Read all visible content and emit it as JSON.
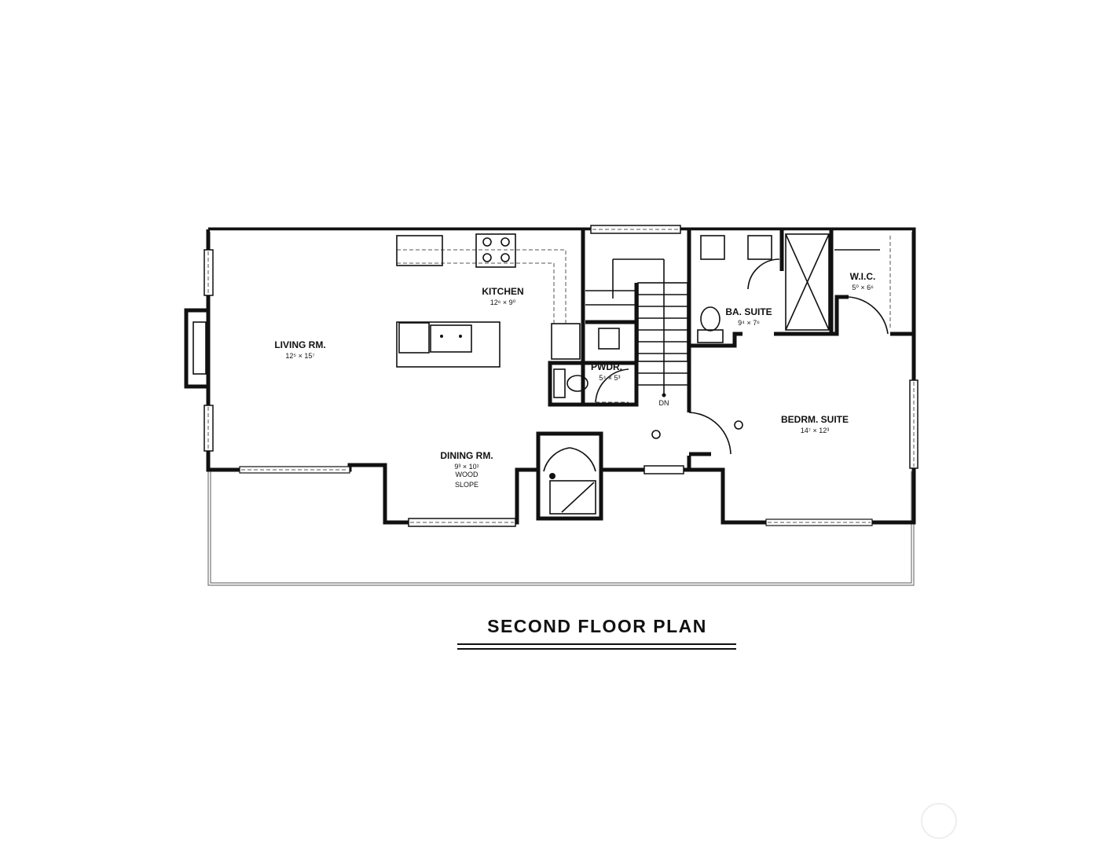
{
  "plan": {
    "title": "SECOND FLOOR PLAN",
    "stair_label": "DN",
    "rooms": {
      "living": {
        "name": "LIVING RM.",
        "size": "12⁵ × 15⁷"
      },
      "kitchen": {
        "name": "KITCHEN",
        "size": "12⁶ × 9⁰"
      },
      "dining": {
        "name": "DINING RM.",
        "size": "9³ × 10¹",
        "note1": "WOOD",
        "note2": "SLOPE"
      },
      "powder": {
        "name": "PWDR.",
        "size": "5⁴ × 5³"
      },
      "bath_suite": {
        "name": "BA. SUITE",
        "size": "9⁴ × 7⁶"
      },
      "wic": {
        "name": "W.I.C.",
        "size": "5⁰ × 6⁶"
      },
      "bedroom_suite": {
        "name": "BEDRM. SUITE",
        "size": "14⁷ × 12³"
      }
    }
  }
}
